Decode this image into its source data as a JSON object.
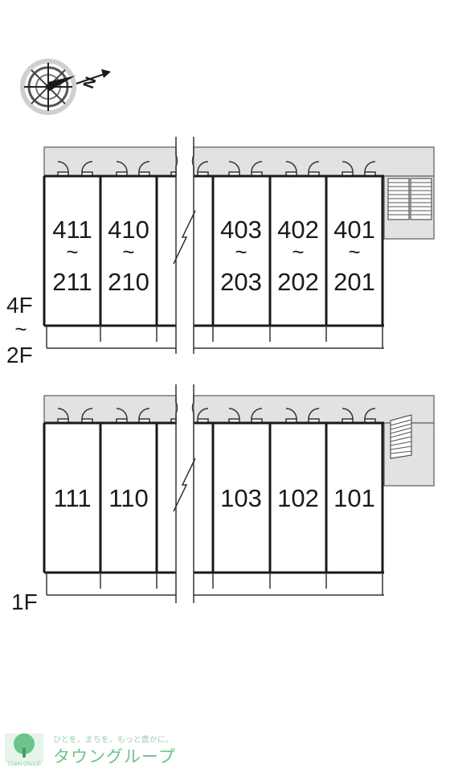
{
  "compass": {
    "north_label": "N",
    "icon": "compass-rose-icon"
  },
  "floors_upper": {
    "label_top": "4F",
    "label_tilde": "~",
    "label_bottom": "2F",
    "units": [
      {
        "top": "411",
        "bottom": "211"
      },
      {
        "top": "410",
        "bottom": "210"
      },
      {
        "top": "403",
        "bottom": "203"
      },
      {
        "top": "402",
        "bottom": "202"
      },
      {
        "top": "401",
        "bottom": "201"
      }
    ]
  },
  "floor_ground": {
    "label": "1F",
    "units": [
      "111",
      "110",
      "103",
      "102",
      "101"
    ]
  },
  "logo": {
    "slogan": "ひとを、まちを、もっと豊かに。",
    "brand": "タウングループ",
    "small_text": "TOWN GROUP",
    "icon": "tree-logo-icon",
    "color": "#6cc48c"
  }
}
